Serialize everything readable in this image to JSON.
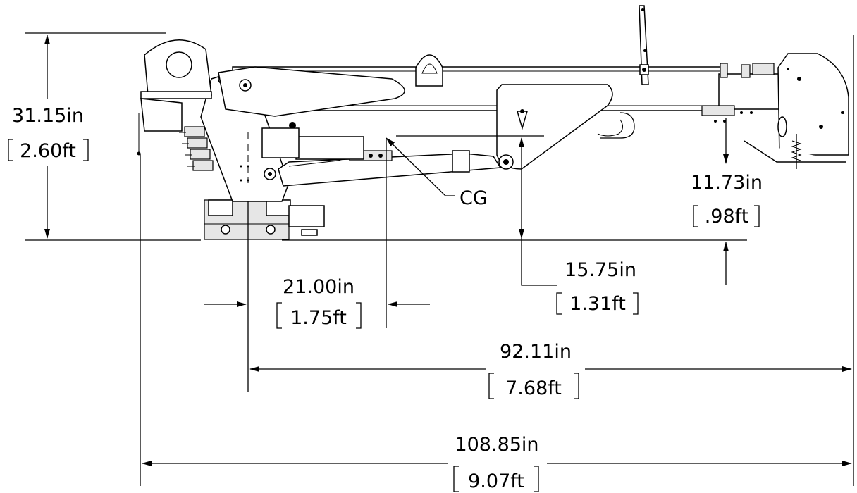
{
  "drawing": {
    "height_dim": {
      "value": "31.15in",
      "alt": "2.60ft"
    },
    "tip_drop_dim": {
      "value": "11.73in",
      "alt": ".98ft"
    },
    "cg_height_dim": {
      "value": "15.75in",
      "alt": "1.31ft"
    },
    "cg_offset_dim": {
      "value": "21.00in",
      "alt": "1.75ft"
    },
    "reach_dim": {
      "value": "92.11in",
      "alt": "7.68ft"
    },
    "overall_dim": {
      "value": "108.85in",
      "alt": "9.07ft"
    },
    "cg_label": "CG"
  }
}
